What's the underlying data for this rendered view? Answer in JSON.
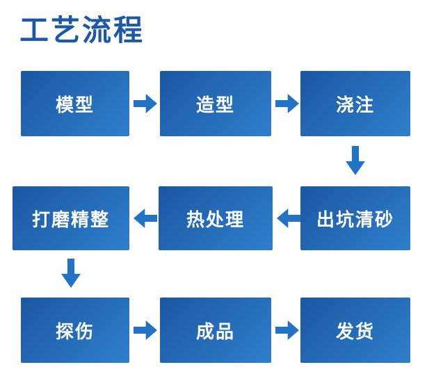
{
  "title": "工艺流程",
  "colors": {
    "title": "#1c57a8",
    "box_start": "#1b57a3",
    "box_end": "#2f7fcb",
    "arrow": "#2273c5",
    "text": "#ffffff",
    "background": "#ffffff"
  },
  "steps": {
    "row1": [
      "模型",
      "造型",
      "浇注"
    ],
    "row2": [
      "打磨精整",
      "热处理",
      "出坑清砂"
    ],
    "row3": [
      "探伤",
      "成品",
      "发货"
    ]
  }
}
